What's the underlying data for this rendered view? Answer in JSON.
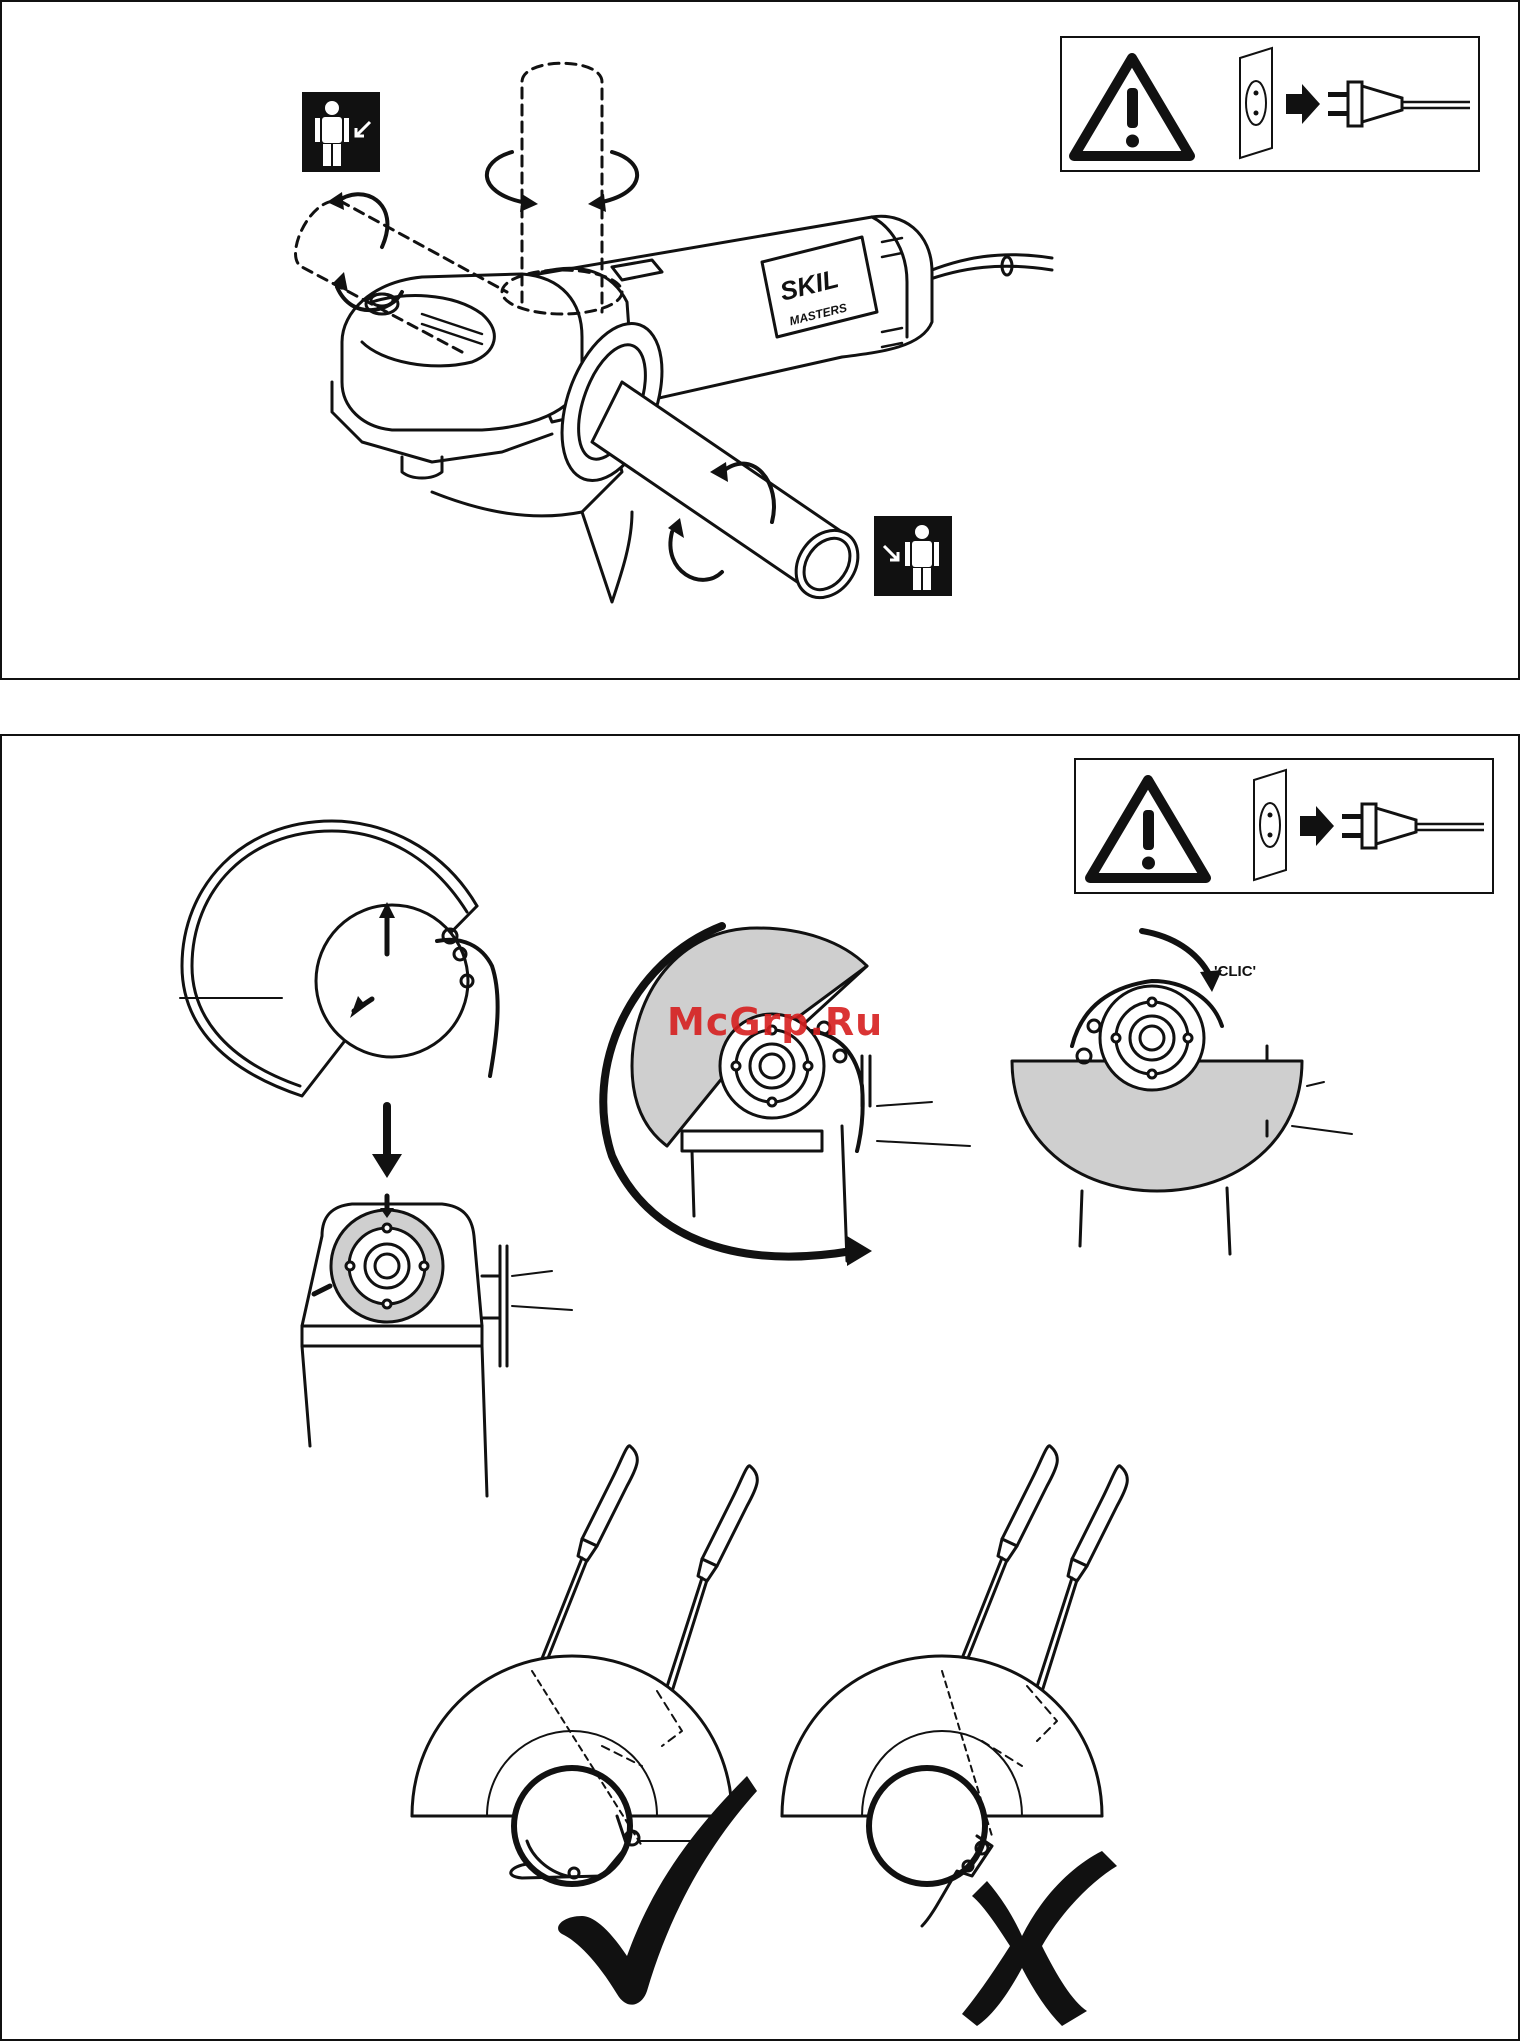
{
  "panel_top": {
    "brand_logo": "SKIL",
    "brand_series": "MASTERS",
    "icons": [
      "warning-triangle-icon",
      "unplug-icon",
      "left-handed-user-icon",
      "right-handed-user-icon",
      "rotate-arrow-icon"
    ]
  },
  "panel_bottom": {
    "clic_label": "'CLIC'",
    "watermark": "McGrp.Ru",
    "icons": [
      "warning-triangle-icon",
      "unplug-icon",
      "check-mark-icon",
      "cross-mark-icon",
      "screwdriver-icon"
    ]
  },
  "colors": {
    "line": "#111111",
    "guard_fill": "#cfcfcf",
    "watermark": "#d61f1f"
  }
}
